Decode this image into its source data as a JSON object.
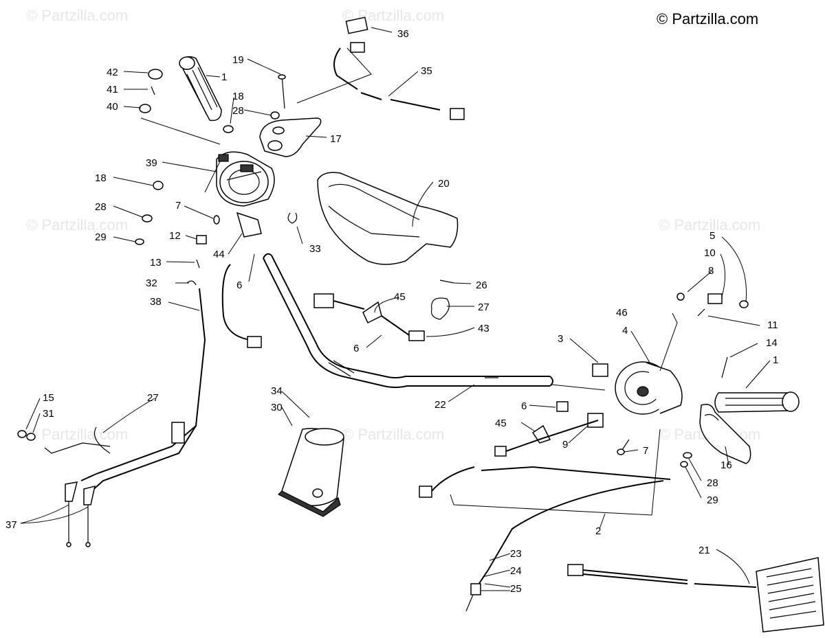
{
  "copyright": "© Partzilla.com",
  "watermark": "© Partzilla.com",
  "part_labels": [
    "1",
    "2",
    "3",
    "4",
    "5",
    "6",
    "7",
    "8",
    "9",
    "10",
    "11",
    "12",
    "13",
    "14",
    "15",
    "16",
    "17",
    "18",
    "19",
    "20",
    "21",
    "22",
    "23",
    "24",
    "25",
    "26",
    "27",
    "28",
    "29",
    "30",
    "31",
    "32",
    "33",
    "34",
    "35",
    "36",
    "37",
    "38",
    "39",
    "40",
    "41",
    "42",
    "43",
    "44",
    "45",
    "46"
  ]
}
